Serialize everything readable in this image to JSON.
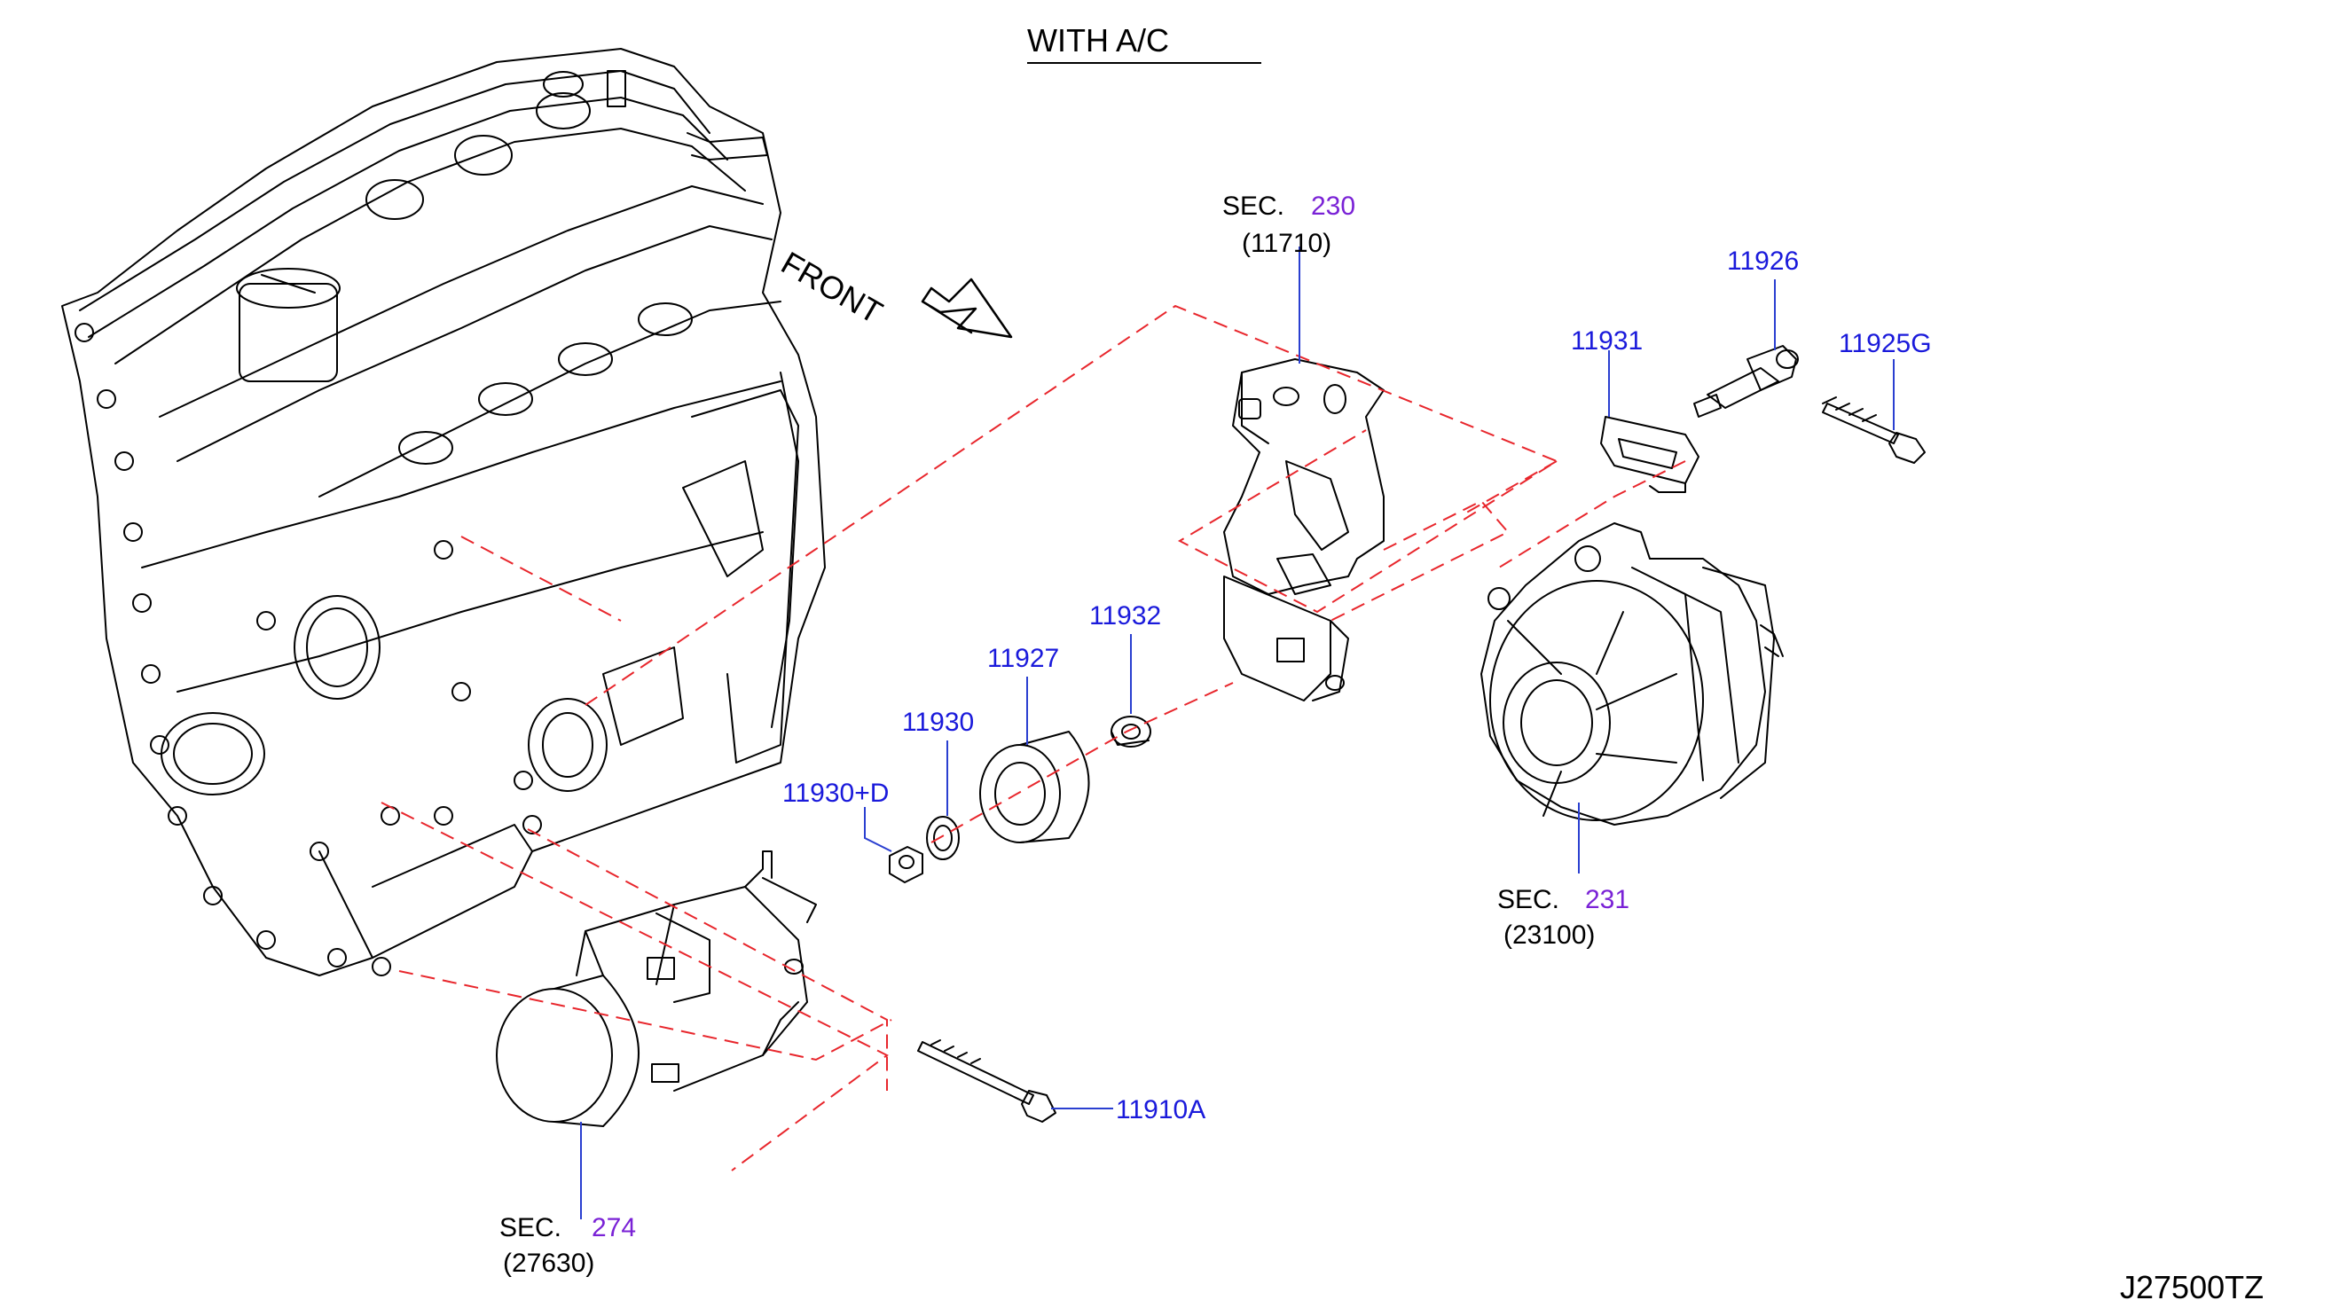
{
  "header": {
    "title": "WITH  A/C"
  },
  "front_label": "FRONT",
  "diagram_code": "J27500TZ",
  "part_labels": {
    "p11926": "11926",
    "p11931": "11931",
    "p11925g": "11925G",
    "p11932": "11932",
    "p11927": "11927",
    "p11930": "11930",
    "p11930d": "11930+D",
    "p11910a": "11910A"
  },
  "section_refs": {
    "s230": {
      "prefix": "SEC.",
      "number": "230",
      "part": "(11710)"
    },
    "s231": {
      "prefix": "SEC.",
      "number": "231",
      "part": "(23100)"
    },
    "s274": {
      "prefix": "SEC.",
      "number": "274",
      "part": "(27630)"
    }
  },
  "colors": {
    "part_number": "#1a1adb",
    "section_number": "#7a22d6",
    "dash_line": "#e8262c",
    "outline": "#000000",
    "leader": "#2a3fd0"
  }
}
